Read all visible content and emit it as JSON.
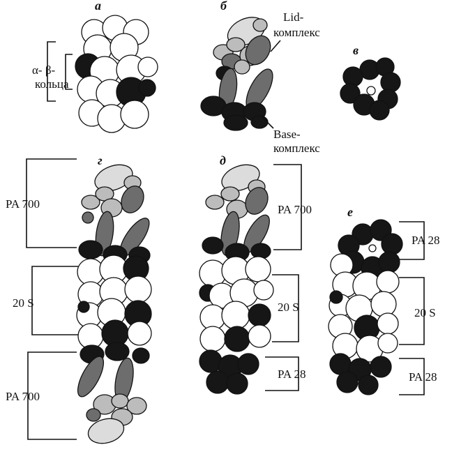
{
  "panels": {
    "a": "а",
    "b": "б",
    "v": "в",
    "g": "г",
    "d": "д",
    "e": "е"
  },
  "labels": {
    "alpha_beta": "α- β-",
    "rings": "кольца",
    "lid_1": "Lid-",
    "lid_2": "комплекс",
    "base_1": "Base-",
    "base_2": "комплекс",
    "pa700": "PA 700",
    "s20": "20 S",
    "pa28": "PA 28"
  },
  "colors": {
    "white_subunit": "#ffffff",
    "dark_subunit": "#161616",
    "gray_subunit": "#6d6d6d",
    "light_gray_subunit": "#bcbcbc"
  }
}
